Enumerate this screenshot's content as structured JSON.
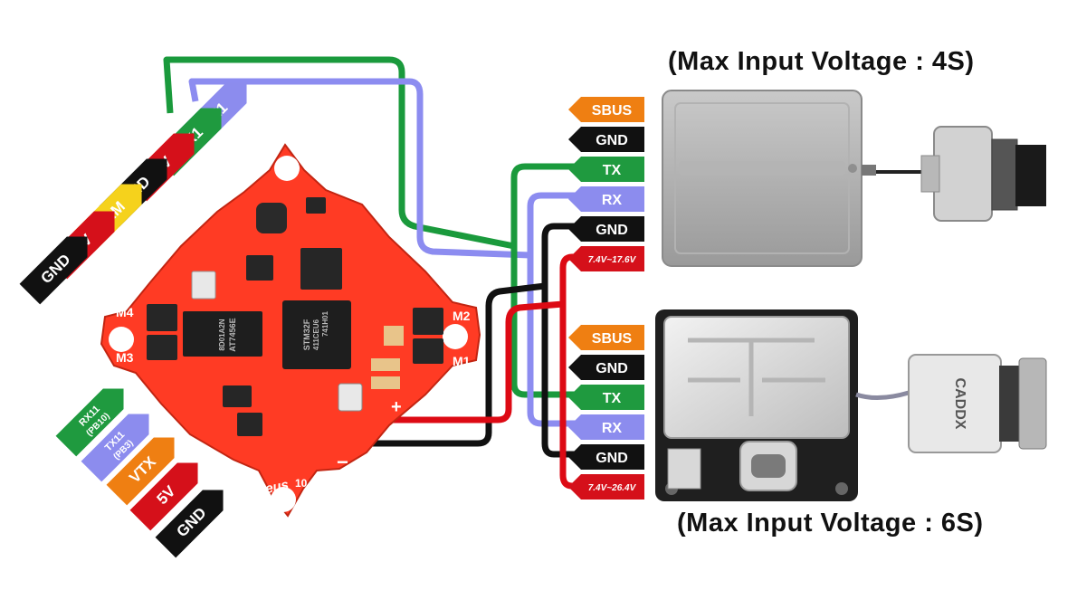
{
  "captions": {
    "top": "(Max Input Voltage : 4S)",
    "bottom": "(Max Input Voltage : 6S)"
  },
  "board": {
    "chip1": [
      "STM32F",
      "411CEU6",
      "741H01"
    ],
    "chip2": [
      "AT7456E",
      "8D01A2N"
    ],
    "brand": "Zeus",
    "model": "10 AIO",
    "motors": [
      "M4",
      "M3",
      "M2",
      "M1"
    ],
    "plus": "+",
    "minus": "−"
  },
  "left_upper_pins": [
    "TX1",
    "RX1",
    "5V",
    "GND",
    "CAM",
    "5V",
    "GND"
  ],
  "left_lower_pins": [
    [
      "RX11",
      "(PB10)"
    ],
    [
      "TX11",
      "(PB3)"
    ],
    [
      "VTX"
    ],
    [
      "5V"
    ],
    [
      "GND"
    ]
  ],
  "vtx_top_pins": [
    "SBUS",
    "GND",
    "TX",
    "RX",
    "GND",
    "7.4V~17.6V"
  ],
  "vtx_bottom_pins": [
    "SBUS",
    "GND",
    "TX",
    "RX",
    "GND",
    "7.4V~26.4V"
  ],
  "vtx_bottom_camera_brand": "CADDX",
  "colors": {
    "board": "#ff3b24",
    "wire_green": "#1a9a3c",
    "wire_blue": "#8c8cf0",
    "wire_black": "#111111",
    "wire_red": "#dd0a14",
    "tag_orange": "#ef7f12",
    "tag_yellow": "#f5d21c",
    "tag_green": "#1f9a3f",
    "tag_blue": "#8c8cee",
    "tag_red": "#d5101a",
    "tag_black": "#111111"
  }
}
